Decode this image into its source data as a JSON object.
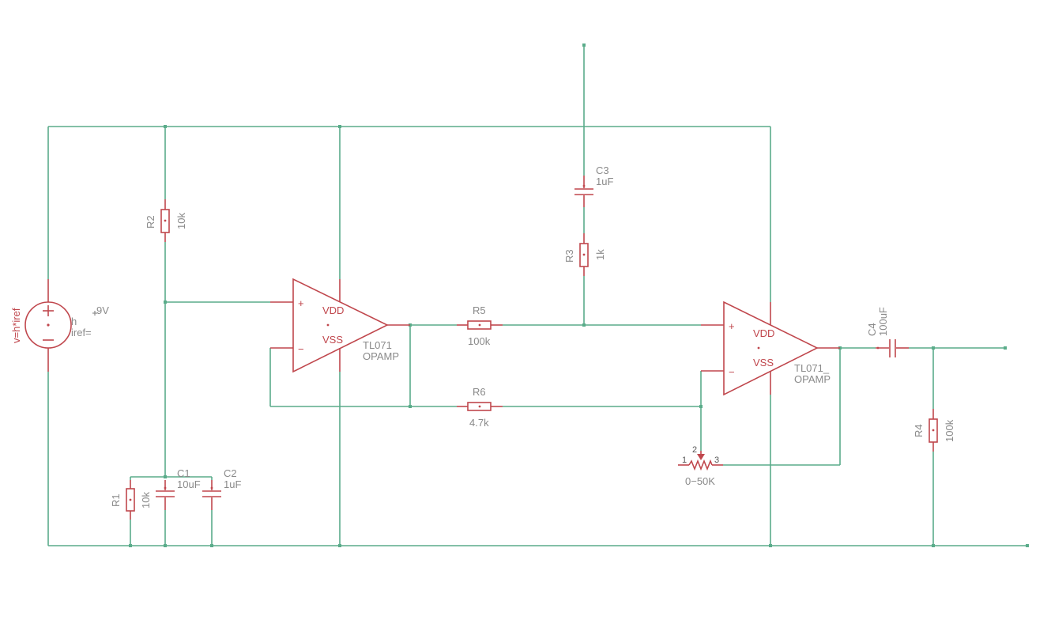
{
  "colors": {
    "wire": "#5aac8a",
    "symbol": "#c0474d",
    "label": "#8a8a8a"
  },
  "source": {
    "expression": "v=h*iref",
    "param_h": "h",
    "param_iref": "iref=",
    "value": "9V"
  },
  "R1": {
    "name": "R1",
    "value": "10k"
  },
  "R2": {
    "name": "R2",
    "value": "10k"
  },
  "R3": {
    "name": "R3",
    "value": "1k"
  },
  "R4": {
    "name": "R4",
    "value": "100k"
  },
  "R5": {
    "name": "R5",
    "value": "100k"
  },
  "R6": {
    "name": "R6",
    "value": "4.7k"
  },
  "C1": {
    "name": "C1",
    "value": "10uF"
  },
  "C2": {
    "name": "C2",
    "value": "1uF"
  },
  "C3": {
    "name": "C3",
    "value": "1uF"
  },
  "C4": {
    "name": "C4",
    "value": "100uF"
  },
  "opamp1": {
    "name": "TL071",
    "type": "OPAMP",
    "vdd": "VDD",
    "vss": "VSS",
    "plus": "+",
    "minus": "−"
  },
  "opamp2": {
    "name": "TL071_",
    "type": "OPAMP",
    "vdd": "VDD",
    "vss": "VSS",
    "plus": "+",
    "minus": "−"
  },
  "pot": {
    "value": "0−50K",
    "pin1": "1",
    "pin2": "2",
    "pin3": "3"
  }
}
